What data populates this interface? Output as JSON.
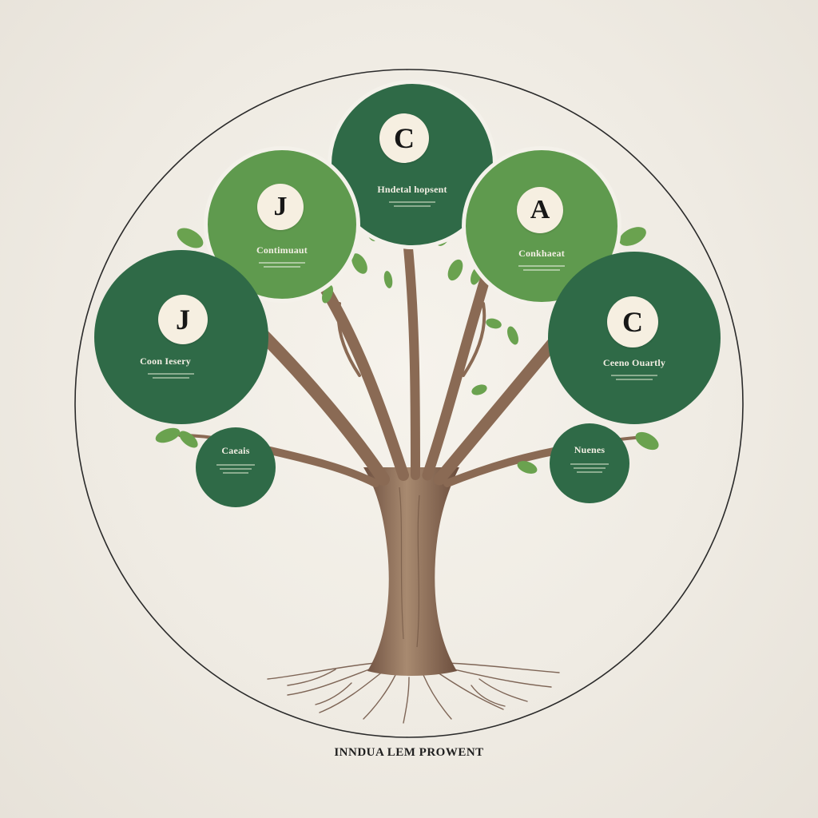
{
  "colors": {
    "dark_green": "#2f6a47",
    "light_green": "#5f9a4e",
    "badge_fill": "#f6efe1",
    "trunk": "#8c6a52",
    "leaf": "#6aa24f"
  },
  "nodes": {
    "top_center": {
      "letter": "C",
      "title": "Hndetal hopsent"
    },
    "upper_left": {
      "letter": "J",
      "title": "Contimuaut"
    },
    "upper_right": {
      "letter": "A",
      "title": "Conkhaeat"
    },
    "mid_left": {
      "letter": "J",
      "title": "Coon Iesery"
    },
    "mid_right": {
      "letter": "C",
      "title": "Ceeno Ouartly"
    },
    "small_left": {
      "title": "Caeais"
    },
    "small_right": {
      "title": "Nuenes"
    }
  },
  "footer": {
    "label": "INNDUA LEM PROWENT"
  }
}
